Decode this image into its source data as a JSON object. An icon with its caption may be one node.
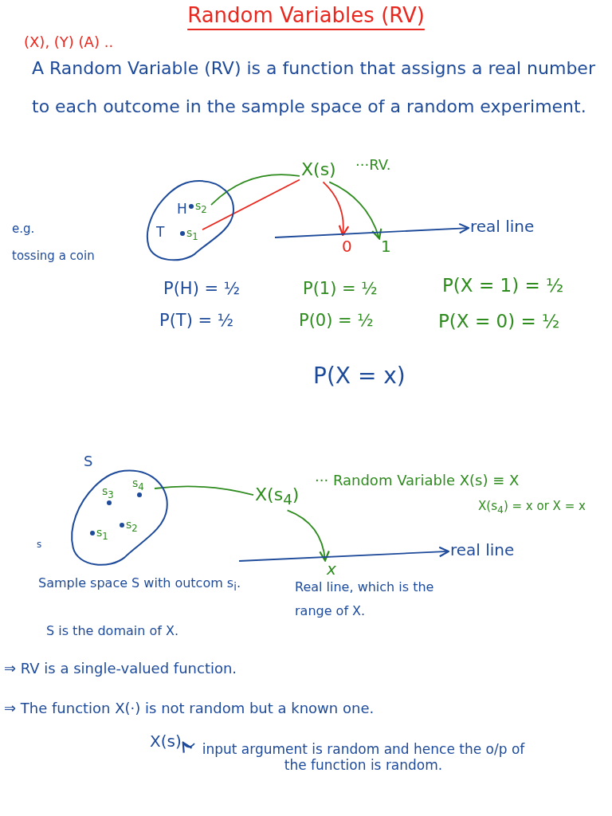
{
  "diagram": {
    "title": "Random Variables (RV)",
    "nodes": [
      {
        "text": [],
        "shape": "circle"
      },
      {
        "text": [
          "s$_{2}$"
        ],
        "beside": [
          "H"
        ],
        "in": 0
      },
      {
        "text": [
          "s$_{1}$"
        ],
        "beside": [
          "T"
        ],
        "in": 0
      },
      {
        "text": [
          "X(s)"
        ],
        "beside": [
          "···RV."
        ]
      },
      {
        "text": [
          "0"
        ]
      },
      {
        "text": [
          "1"
        ]
      },
      {
        "text": [
          "real line"
        ]
      },
      {
        "text": [
          "S"
        ]
      },
      {
        "text": [
          "s$_{4}$"
        ],
        "in": 7
      },
      {
        "text": [
          "s$_{3}$"
        ],
        "in": 7
      },
      {
        "text": [
          "s$_{1}$"
        ],
        "in": 7
      },
      {
        "text": [
          "s$_{2}$"
        ],
        "in": 7
      },
      {
        "text": [
          "X(s$_{4}$)"
        ],
        "beside": [
          "··· Random Variable X(s) ≡ X",
          "X(s$_{4}$) = x or X = x"
        ]
      },
      {
        "text": [
          "x"
        ]
      },
      {
        "text": [
          "real line"
        ]
      },
      {
        "text": [
          "X(s)"
        ]
      },
      {
        "text": [
          "input argument is random and hence the o/p of the function is random."
        ]
      }
    ],
    "edges": [
      {
        "from": 1,
        "to": 3,
        "arrow": "none",
        "color": "#2e8b1e"
      },
      {
        "from": 2,
        "to": 3,
        "arrow": "none",
        "color": "#e8281e"
      },
      {
        "from": 3,
        "to": 4,
        "arrow": "to",
        "color": "#e8281e"
      },
      {
        "from": 3,
        "to": 5,
        "arrow": "to",
        "color": "#2e8b1e"
      },
      {
        "from": null,
        "to": 6,
        "arrow": "to",
        "color": "#1e4a9a"
      },
      {
        "from": 8,
        "to": 12,
        "arrow": "none",
        "color": "#2e8b1e"
      },
      {
        "from": 12,
        "to": 13,
        "arrow": "to",
        "color": "#2e8b1e"
      },
      {
        "from": null,
        "to": 14,
        "arrow": "to",
        "color": "#1e4a9a"
      },
      {
        "from": 16,
        "to": 15,
        "arrow": "to",
        "color": "#1e4a9a"
      }
    ],
    "labels": [
      "(X), (Y) (A) ..",
      "A Random Variable (RV) is a function that assigns a real number to each outcome in the sample space of a random experiment.",
      "e.g.",
      "tossing a coin",
      "P(H) = ½",
      "P(1) = ½",
      "P(X = 1) = ½",
      "P(T) = ½",
      "P(0) = ½",
      "P(X = 0) = ½",
      "P(X = x)",
      "s",
      "Sample space S with outcom s$_{i}$.",
      "S is the domain of X.",
      "Real line, which is the range of X.",
      "⇒ RV is a single-valued function.",
      "⇒ The function X(·) is not random but a known one."
    ]
  }
}
